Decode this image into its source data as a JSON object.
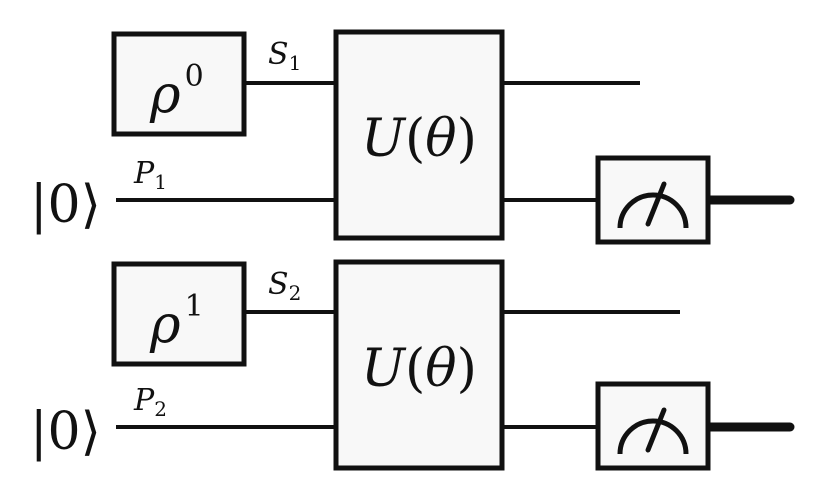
{
  "qubits": [
    {
      "input_ket": "|0⟩",
      "ket_bar": "|",
      "ket_digit": "0",
      "ket_angle": "⟩",
      "probe_label": {
        "letter": "P",
        "subscript": "1"
      },
      "state": {
        "symbol": "ρ",
        "superscript": "0"
      },
      "system_label": {
        "letter": "S",
        "subscript": "1"
      },
      "gate": {
        "label": "U(θ)",
        "letter": "U",
        "paren_open": "(",
        "theta": "θ",
        "paren_close": ")"
      },
      "measurement": "meter-icon"
    },
    {
      "input_ket": "|0⟩",
      "ket_bar": "|",
      "ket_digit": "0",
      "ket_angle": "⟩",
      "probe_label": {
        "letter": "P",
        "subscript": "2"
      },
      "state": {
        "symbol": "ρ",
        "superscript": "1"
      },
      "system_label": {
        "letter": "S",
        "subscript": "2"
      },
      "gate": {
        "label": "U(θ)",
        "letter": "U",
        "paren_open": "(",
        "theta": "θ",
        "paren_close": ")"
      },
      "measurement": "meter-icon"
    }
  ],
  "colors": {
    "ink": "#111111",
    "box_fill": "#f8f8f8",
    "background": "#ffffff"
  }
}
